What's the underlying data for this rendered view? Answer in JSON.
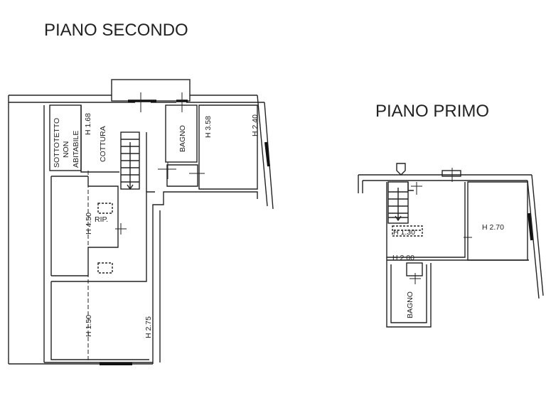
{
  "floors": {
    "secondo": {
      "title": "PIANO SECONDO",
      "labels": {
        "sottotetto_1": "SOTTOTETTO",
        "sottotetto_2": "NON",
        "sottotetto_3": "ABITABILE",
        "h_168": "H 1.68",
        "cottura": "COTTURA",
        "bagno": "BAGNO",
        "h_358": "H 3.58",
        "h_240": "H 2.40",
        "h_450": "H 4.50",
        "rip": "RIP.",
        "h_150": "H 1.50",
        "h_275": "H 2.75"
      }
    },
    "primo": {
      "title": "PIANO PRIMO",
      "labels": {
        "h_130": "H 1.30",
        "h_270": "H 2.70",
        "h_200": "H 2.00",
        "bagno": "BAGNO"
      }
    }
  },
  "colors": {
    "wall": "#222222",
    "dash": "#333333",
    "window": "#111111"
  }
}
